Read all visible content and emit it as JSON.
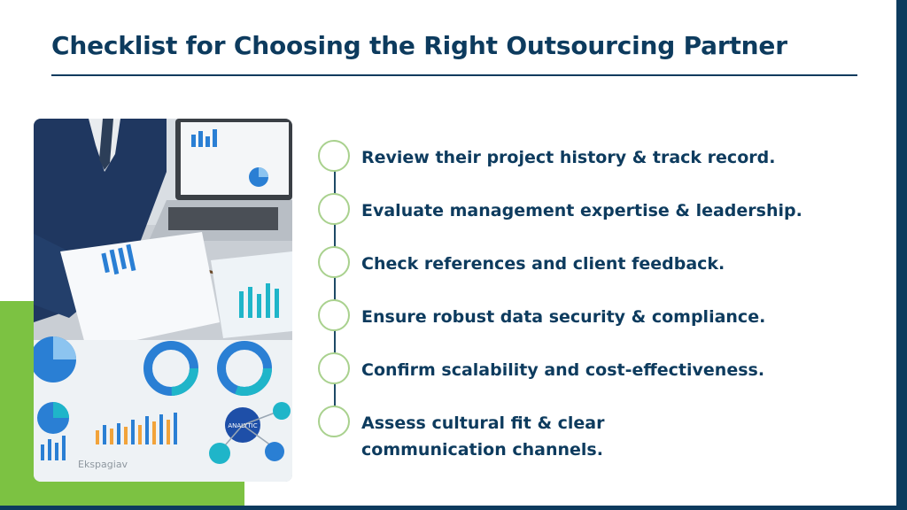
{
  "title": "Checklist for Choosing the Right Outsourcing Partner",
  "photo": {
    "description_icon": "business-meeting-photo",
    "chart_label": "ANALYTIC",
    "paper_label": "Ekspagiav"
  },
  "checklist": {
    "items": [
      {
        "label": "Review their project history & track record."
      },
      {
        "label": "Evaluate management expertise & leadership."
      },
      {
        "label": "Check references and client feedback."
      },
      {
        "label": "Ensure robust data security & compliance."
      },
      {
        "label": "Confirm scalability and cost-effectiveness."
      },
      {
        "label": "Assess cultural fit & clear communication channels."
      }
    ]
  },
  "colors": {
    "navy": "#0d3b5e",
    "green": "#7cc242",
    "circle_border": "#a9d18e",
    "chart_blue": "#2a7fd4",
    "chart_teal": "#1fb5c9"
  }
}
